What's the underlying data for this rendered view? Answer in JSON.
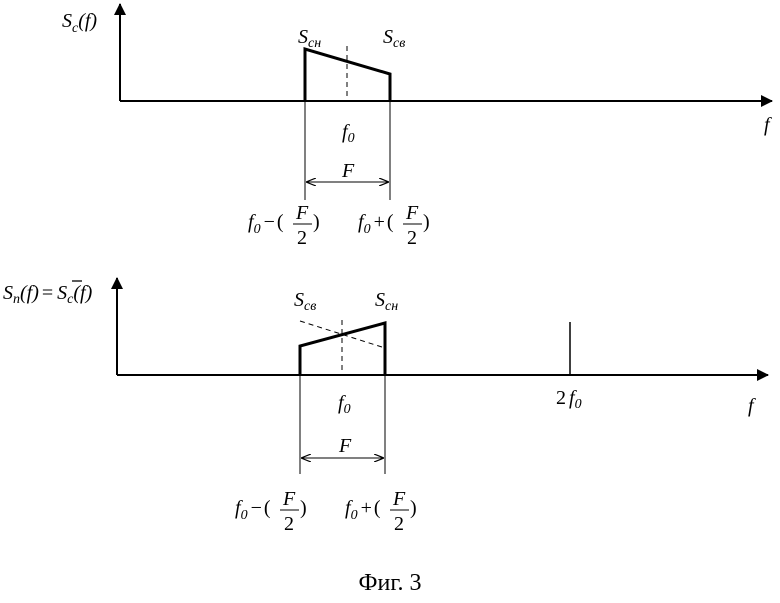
{
  "caption": "Фиг. 3",
  "top": {
    "ylabel": "S",
    "ylabel_sub": "c",
    "ylabel_arg": "(f)",
    "xlabel": "f",
    "left_edge_label": "S",
    "left_edge_sub": "сн",
    "right_edge_label": "S",
    "right_edge_sub": "св",
    "center_label": "f",
    "center_sub": "0",
    "bandwidth_label": "F",
    "low_bound": {
      "base": "f",
      "sub": "0",
      "op": "−",
      "num": "F",
      "den": "2"
    },
    "high_bound": {
      "base": "f",
      "sub": "0",
      "op": "+",
      "num": "F",
      "den": "2"
    }
  },
  "bottom": {
    "ylabel": "S",
    "ylabel_sub": "п",
    "ylabel_arg": "(f)",
    "ylabel_eq": "=",
    "ylabel_rhs": "S",
    "ylabel_rhs_sub": "c",
    "ylabel_rhs_arg": "(f)",
    "xlabel": "f",
    "left_edge_label": "S",
    "left_edge_sub": "св",
    "right_edge_label": "S",
    "right_edge_sub": "сн",
    "center_label": "f",
    "center_sub": "0",
    "carrier_coef": "2",
    "carrier_label": "f",
    "carrier_sub": "0",
    "bandwidth_label": "F",
    "low_bound": {
      "base": "f",
      "sub": "0",
      "op": "−",
      "num": "F",
      "den": "2"
    },
    "high_bound": {
      "base": "f",
      "sub": "0",
      "op": "+",
      "num": "F",
      "den": "2"
    }
  }
}
